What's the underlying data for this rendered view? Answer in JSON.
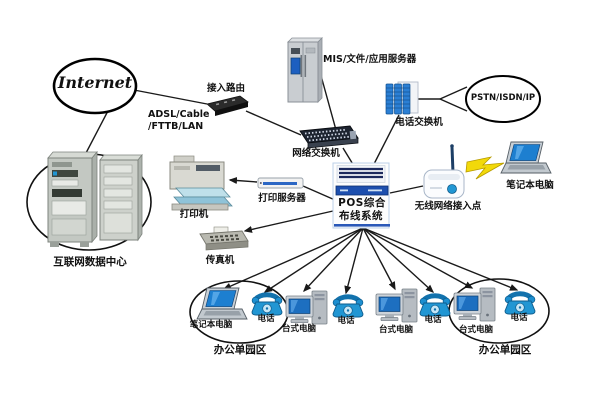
{
  "diagram": {
    "type": "network-topology",
    "colors": {
      "background": "#ffffff",
      "line": "#1a1a1a",
      "screen_blue": "#1d6fc0",
      "device_gray": "#c6cac4",
      "bolt_yellow": "#f2d90a",
      "pos_bar_blue": "#1d4fae"
    },
    "nodes": {
      "internet": "Internet",
      "access_router": "接入路由",
      "link_type_line1": "ADSL/Cable",
      "link_type_line2": "/FTTB/LAN",
      "mis_server": "MIS/文件/应用服务器",
      "phone_switch": "电话交换机",
      "pstn": "PSTN/ISDN/IP",
      "network_switch": "网络交换机",
      "data_center": "互联网数据中心",
      "printer": "打印机",
      "print_server": "打印服务器",
      "fax": "传真机",
      "pos_line1": "POS综合",
      "pos_line2": "布线系统",
      "wireless_ap": "无线网络接入点",
      "wireless_laptop": "笔记本电脑",
      "office_laptop": "笔记本电脑",
      "desktops": [
        "台式电脑",
        "台式电脑",
        "台式电脑"
      ],
      "phones": [
        "电话",
        "电话",
        "电话",
        "电话"
      ],
      "office_zones": [
        "办公单园区",
        "办公单园区"
      ]
    }
  }
}
